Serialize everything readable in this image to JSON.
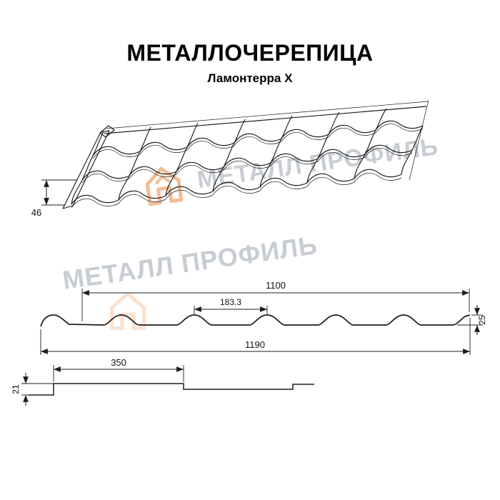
{
  "header": {
    "title": "МЕТАЛЛОЧЕРЕПИЦА",
    "subtitle": "Ламонтерра X"
  },
  "watermark": {
    "text": "МЕТАЛЛ ПРОФИЛЬ",
    "text_color": "#c8cdd3",
    "logo_color": "#f0a066"
  },
  "views": {
    "perspective": {
      "profile_height": "46"
    },
    "cross_section": {
      "cover_width": "1100",
      "wave_module": "183.3",
      "profile_depth": "25",
      "overall_width": "1190"
    },
    "longitudinal": {
      "step_length": "350",
      "step_height": "21"
    }
  },
  "colors": {
    "line": "#1d1d1d",
    "background": "#ffffff"
  }
}
